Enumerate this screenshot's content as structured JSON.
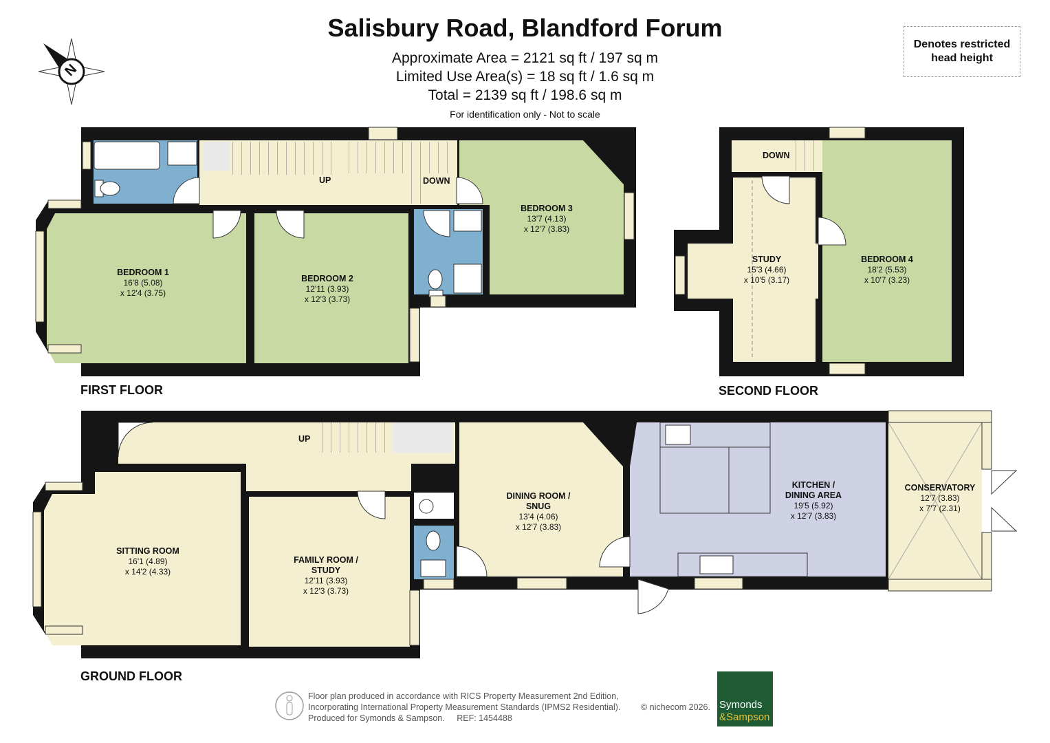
{
  "header": {
    "title": "Salisbury Road, Blandford Forum",
    "area_line": "Approximate Area = 2121 sq ft / 197 sq m",
    "limited_line": "Limited Use Area(s) = 18 sq ft / 1.6 sq m",
    "total_line": "Total = 2139 sq ft / 198.6 sq m",
    "note": "For identification only - Not to scale"
  },
  "legend": {
    "line1": "Denotes restricted",
    "line2": "head height"
  },
  "compass": {
    "letter": "N",
    "icon": "compass-icon"
  },
  "floors": {
    "first": "FIRST FLOOR",
    "second": "SECOND FLOOR",
    "ground": "GROUND FLOOR"
  },
  "stairs": {
    "first_up": "UP",
    "first_down": "DOWN",
    "second_down": "DOWN",
    "ground_up": "UP"
  },
  "rooms": {
    "bedroom1": {
      "name": "BEDROOM 1",
      "dim1": "16'8 (5.08)",
      "dim2": "x 12'4 (3.75)"
    },
    "bedroom2": {
      "name": "BEDROOM 2",
      "dim1": "12'11 (3.93)",
      "dim2": "x 12'3 (3.73)"
    },
    "bedroom3": {
      "name": "BEDROOM 3",
      "dim1": "13'7 (4.13)",
      "dim2": "x 12'7 (3.83)"
    },
    "study": {
      "name": "STUDY",
      "dim1": "15'3 (4.66)",
      "dim2": "x 10'5 (3.17)"
    },
    "bedroom4": {
      "name": "BEDROOM 4",
      "dim1": "18'2 (5.53)",
      "dim2": "x 10'7 (3.23)"
    },
    "sitting": {
      "name": "SITTING ROOM",
      "dim1": "16'1 (4.89)",
      "dim2": "x 14'2 (4.33)"
    },
    "family_l1": "FAMILY ROOM /",
    "family_l2": "STUDY",
    "family": {
      "dim1": "12'11 (3.93)",
      "dim2": "x 12'3 (3.73)"
    },
    "dining_l1": "DINING ROOM /",
    "dining_l2": "SNUG",
    "dining": {
      "dim1": "13'4 (4.06)",
      "dim2": "x 12'7 (3.83)"
    },
    "kitchen_l1": "KITCHEN /",
    "kitchen_l2": "DINING AREA",
    "kitchen": {
      "dim1": "19'5 (5.92)",
      "dim2": "x 12'7 (3.83)"
    },
    "conservatory": {
      "name": "CONSERVATORY",
      "dim1": "12'7 (3.83)",
      "dim2": "x 7'7 (2.31)"
    }
  },
  "colors": {
    "wall": "#151515",
    "bedroom": "#c9d9a4",
    "landing": "#f4efd0",
    "bath": "#7fb0cf",
    "kitchen": "#cfd2e4",
    "ground_room": "#f4efd0",
    "window": "#f4efd0"
  },
  "footer": {
    "line1": "Floor plan produced in accordance with RICS Property Measurement 2nd Edition,",
    "line2": "Incorporating International Property Measurement Standards (IPMS2 Residential).",
    "line3": "Produced for Symonds & Sampson.",
    "ref": "REF:  1454488",
    "copyright": "© nichecom 2026.",
    "logo_line1": "Symonds",
    "logo_line2": "&Sampson"
  }
}
